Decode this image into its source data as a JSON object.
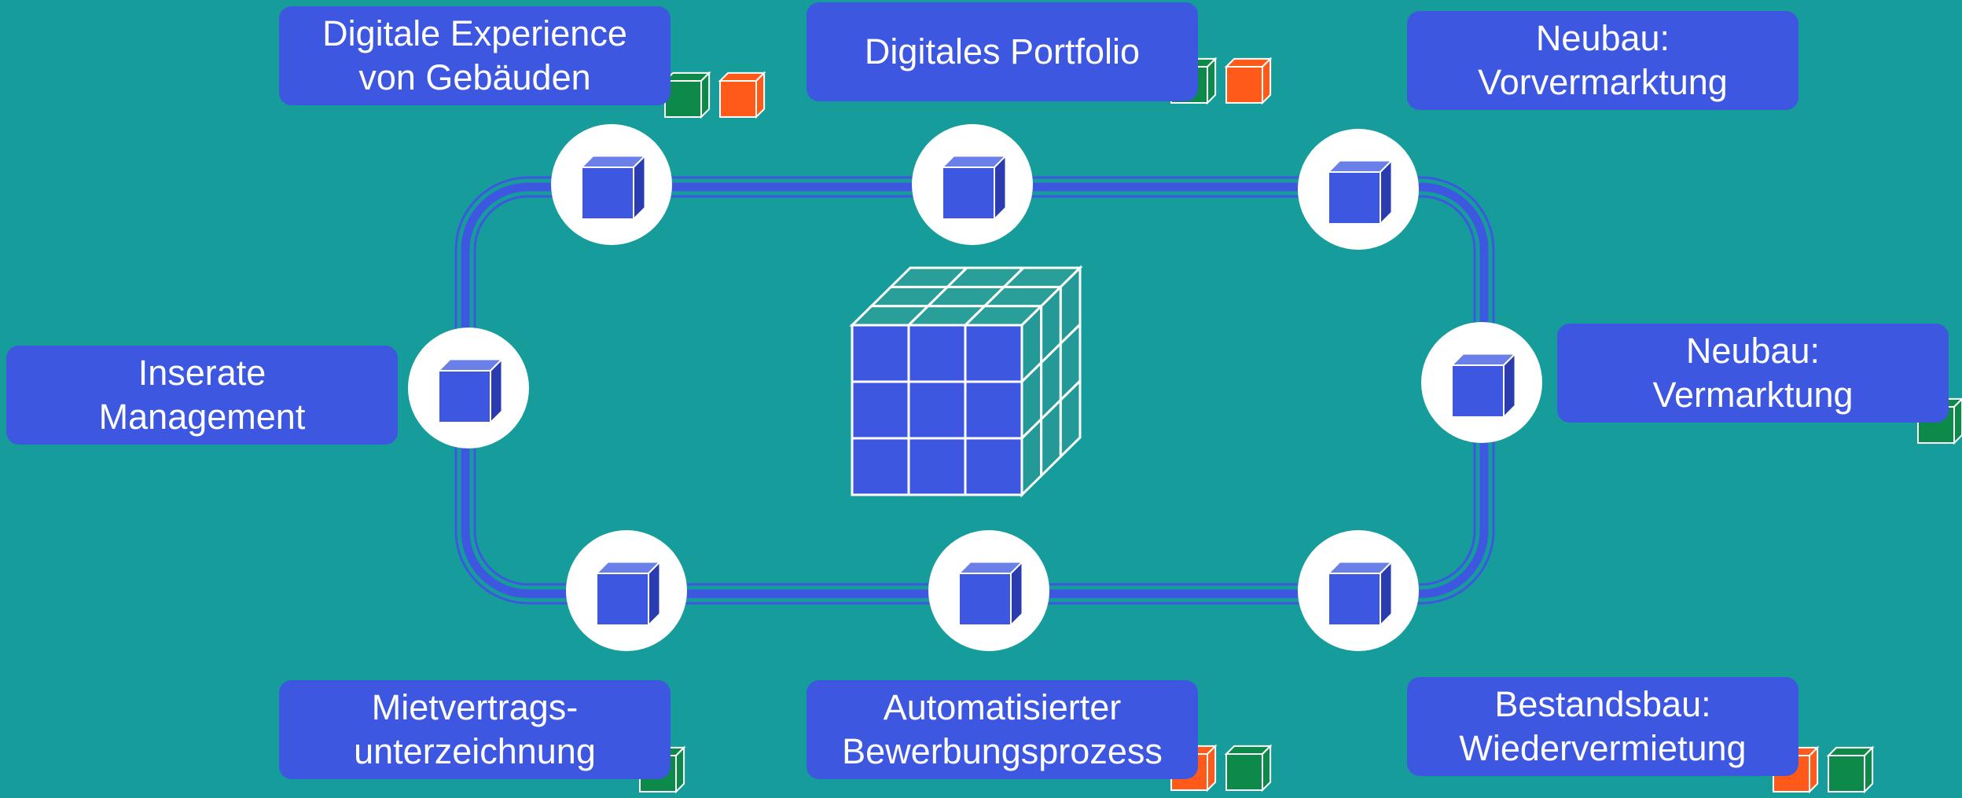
{
  "colors": {
    "background": "#169c9a",
    "label_box": "#3d57e0",
    "loop_line": "#3d57e0",
    "node_circle": "#ffffff",
    "center_cube_faces": [
      "#3d57e0",
      "#2a9f9a",
      "#249a98"
    ],
    "badge_green": "#0d8a4a",
    "badge_orange": "#ff5a1a"
  },
  "center": {
    "icon": "cube-3x3-icon"
  },
  "nodes": [
    {
      "id": "digitale-experience",
      "icon": "cube-icon",
      "label": {
        "lines": [
          "Digitale Experience",
          "von Gebäuden"
        ]
      },
      "badges": [
        "green",
        "orange"
      ]
    },
    {
      "id": "digitales-portfolio",
      "icon": "cube-icon",
      "label": {
        "lines": [
          "Digitales Portfolio"
        ]
      },
      "badges": [
        "green",
        "orange"
      ]
    },
    {
      "id": "neubau-vorvermarktung",
      "icon": "cube-icon",
      "label": {
        "lines": [
          "Neubau:",
          "Vorvermarktung"
        ]
      },
      "badges": []
    },
    {
      "id": "inserate-management",
      "icon": "cube-icon",
      "label": {
        "lines": [
          "Inserate",
          "Management"
        ]
      },
      "badges": []
    },
    {
      "id": "neubau-vermarktung",
      "icon": "cube-icon",
      "label": {
        "lines": [
          "Neubau:",
          "Vermarktung"
        ]
      },
      "badges": [
        "green"
      ]
    },
    {
      "id": "mietvertragsunterzeichnung",
      "icon": "cube-icon",
      "label": {
        "lines": [
          "Mietvertrags-",
          "unterzeichnung"
        ]
      },
      "badges": [
        "green"
      ]
    },
    {
      "id": "automatisierter-bewerbungsprozess",
      "icon": "cube-icon",
      "label": {
        "lines": [
          "Automatisierter",
          "Bewerbungsprozess"
        ]
      },
      "badges": [
        "orange",
        "green"
      ]
    },
    {
      "id": "bestandsbau-wiedervermietung",
      "icon": "cube-icon",
      "label": {
        "lines": [
          "Bestandsbau:",
          "Wiedervermietung"
        ]
      },
      "badges": [
        "orange",
        "green"
      ]
    }
  ]
}
